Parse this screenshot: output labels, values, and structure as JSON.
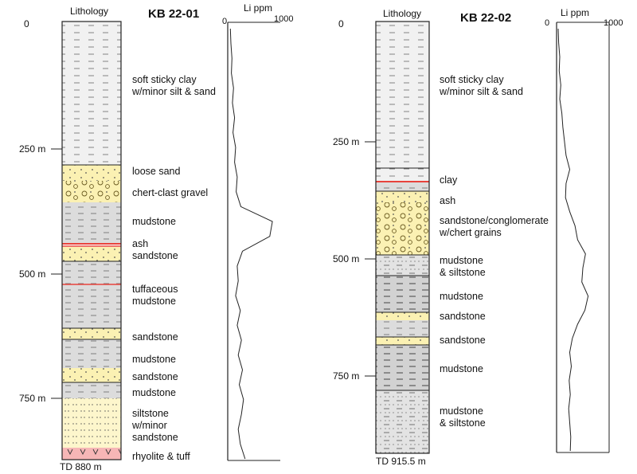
{
  "wells": [
    {
      "name": "KB 22-01",
      "lithology_header": "Lithology",
      "li_header": "Li ppm",
      "li_min": "0",
      "li_max": "1000",
      "top_depth_label": "0",
      "depth_labels": [
        "250 m",
        "500 m",
        "750 m"
      ],
      "td_label": "TD 880 m",
      "units": [
        "soft sticky clay\nw/minor silt & sand",
        "loose sand",
        "chert-clast gravel",
        "mudstone",
        "ash",
        "sandstone",
        "tuffaceous\nmudstone",
        "sandstone",
        "mudstone",
        "sandstone",
        "mudstone",
        "siltstone\nw/minor\nsandstone",
        "rhyolite & tuff"
      ],
      "li_profile_ppm": [
        50,
        60,
        80,
        70,
        110,
        90,
        130,
        100,
        150,
        130,
        180,
        160,
        250,
        850,
        800,
        280,
        180,
        200,
        150,
        240,
        180,
        260,
        200,
        280,
        220,
        300,
        260,
        200,
        240,
        330
      ]
    },
    {
      "name": "KB 22-02",
      "lithology_header": "Lithology",
      "li_header": "Li ppm",
      "li_min": "0",
      "li_max": "1000",
      "top_depth_label": "0",
      "depth_labels": [
        "250 m",
        "500 m",
        "750 m"
      ],
      "td_label": "TD 915.5 m",
      "units": [
        "soft sticky clay\nw/minor silt & sand",
        "clay",
        "ash",
        "sandstone/conglomerate\nw/chert grains",
        "mudstone\n& siltstone",
        "mudstone",
        "sandstone",
        "sandstone",
        "mudstone",
        "mudstone\n& siltstone"
      ],
      "li_profile_ppm": [
        30,
        40,
        60,
        50,
        80,
        60,
        100,
        120,
        150,
        180,
        250,
        180,
        170,
        250,
        350,
        400,
        550,
        500,
        480,
        600,
        540,
        400,
        300,
        250,
        280,
        240,
        260,
        230,
        250,
        270,
        260
      ]
    }
  ],
  "colors": {
    "clay": "#f1f1f1",
    "sand": "#fbf1b3",
    "mud": "#dcdcdc",
    "silt": "#fdf6cc",
    "rhyolite": "#f6b6b6",
    "ash_line": "#e8433c",
    "line": "#222222"
  }
}
